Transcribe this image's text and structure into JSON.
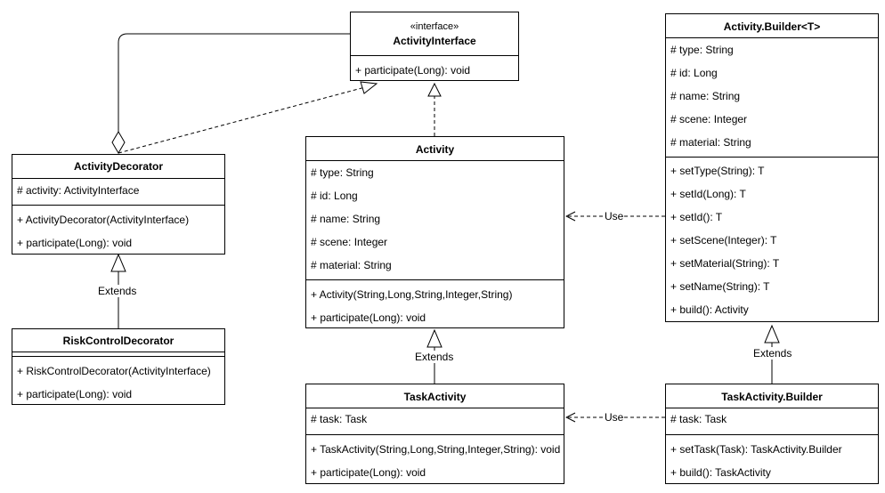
{
  "interface": {
    "stereotype": "«interface»",
    "name": "ActivityInterface",
    "methods": [
      "+ participate(Long): void"
    ]
  },
  "activity": {
    "name": "Activity",
    "fields": [
      "# type: String",
      "# id: Long",
      "# name: String",
      "# scene: Integer",
      "# material: String"
    ],
    "methods": [
      "+ Activity(String,Long,String,Integer,String)",
      "+ participate(Long): void"
    ]
  },
  "builder": {
    "name": "Activity.Builder<T>",
    "fields": [
      "# type: String",
      "# id: Long",
      "# name: String",
      "# scene: Integer",
      "# material: String"
    ],
    "methods": [
      "+ setType(String): T",
      "+ setId(Long): T",
      "+ setId(): T",
      "+ setScene(Integer): T",
      "+ setMaterial(String): T",
      "+ setName(String): T",
      "+ build(): Activity"
    ]
  },
  "decorator": {
    "name": "ActivityDecorator",
    "fields": [
      "# activity: ActivityInterface"
    ],
    "methods": [
      "+ ActivityDecorator(ActivityInterface)",
      "+ participate(Long): void"
    ]
  },
  "risk": {
    "name": "RiskControlDecorator",
    "methods": [
      "+ RiskControlDecorator(ActivityInterface)",
      "+ participate(Long): void"
    ]
  },
  "task": {
    "name": "TaskActivity",
    "fields": [
      "# task: Task"
    ],
    "methods": [
      "+ TaskActivity(String,Long,String,Integer,String): void",
      "+ participate(Long): void"
    ]
  },
  "taskbuilder": {
    "name": "TaskActivity.Builder",
    "fields": [
      "# task: Task"
    ],
    "methods": [
      "+ setTask(Task): TaskActivity.Builder",
      "+ build(): TaskActivity"
    ]
  },
  "labels": {
    "extends_risk": "Extends",
    "extends_task": "Extends",
    "extends_taskbuilder": "Extends",
    "use_activity": "Use",
    "use_task": "Use"
  }
}
